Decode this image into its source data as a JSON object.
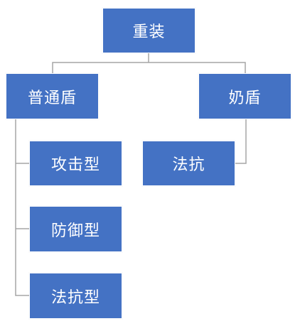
{
  "diagram": {
    "root": {
      "label": "重装"
    },
    "branches": [
      {
        "label": "普通盾",
        "children": [
          {
            "label": "攻击型"
          },
          {
            "label": "防御型"
          },
          {
            "label": "法抗型"
          }
        ]
      },
      {
        "label": "奶盾",
        "children": [
          {
            "label": "法抗"
          }
        ]
      }
    ]
  },
  "colors": {
    "node_fill": "#4472C4",
    "connector": "#A5A5A5",
    "text": "#FFFFFF"
  }
}
